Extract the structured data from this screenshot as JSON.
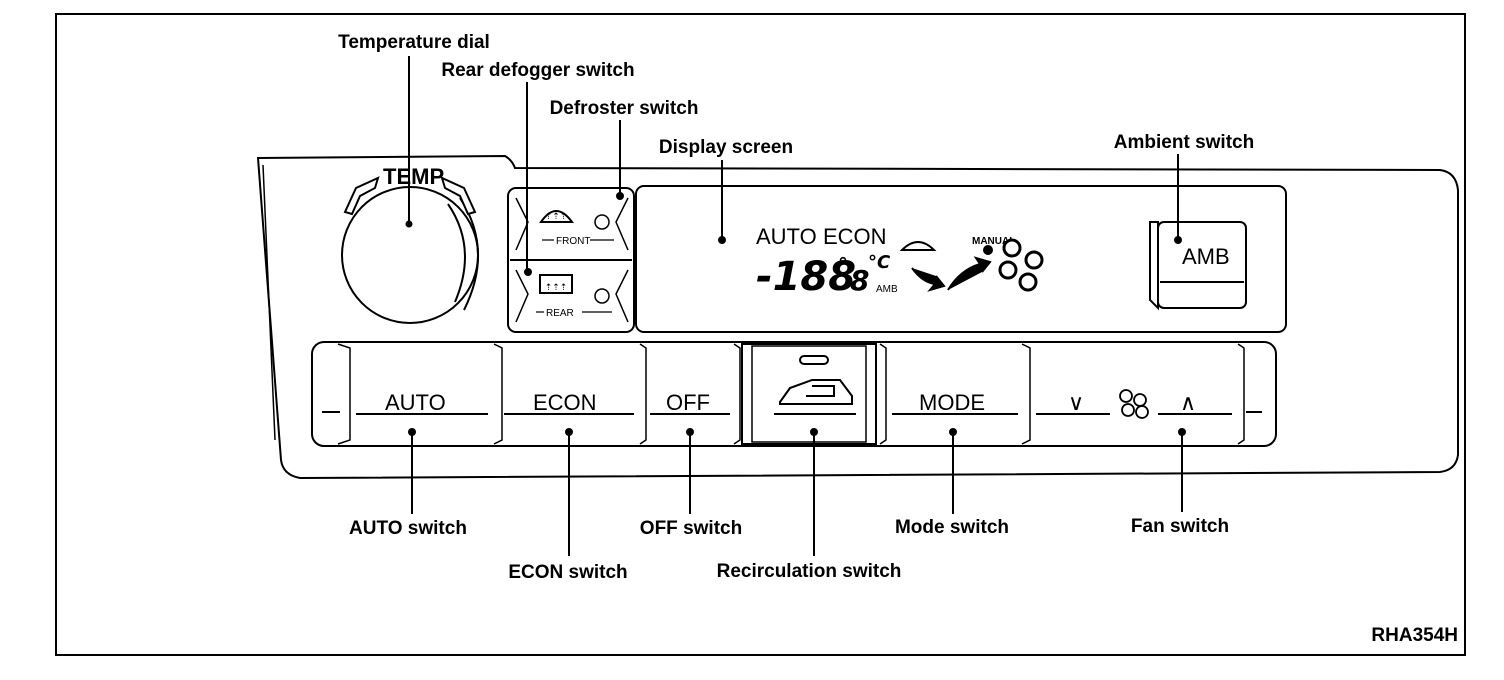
{
  "figure_code": "RHA354H",
  "callouts": {
    "temperature_dial": "Temperature dial",
    "rear_defogger_switch": "Rear defogger switch",
    "defroster_switch": "Defroster switch",
    "display_screen": "Display screen",
    "ambient_switch": "Ambient switch",
    "auto_switch": "AUTO switch",
    "econ_switch": "ECON switch",
    "off_switch": "OFF switch",
    "recirculation_switch": "Recirculation switch",
    "mode_switch": "Mode switch",
    "fan_switch": "Fan switch"
  },
  "panel": {
    "temp_label": "TEMP",
    "front_label": "FRONT",
    "rear_label": "REAR",
    "amb_button": "AMB",
    "buttons": {
      "auto": "AUTO",
      "econ": "ECON",
      "off": "OFF",
      "mode": "MODE",
      "fan_down": "∨",
      "fan_up": "∧"
    },
    "display": {
      "auto": "AUTO",
      "econ": "ECON",
      "digits": "-188",
      "degree": "°",
      "decimal": "8",
      "celsius": "°C",
      "amb": "AMB",
      "manual": "MANUAL"
    }
  }
}
